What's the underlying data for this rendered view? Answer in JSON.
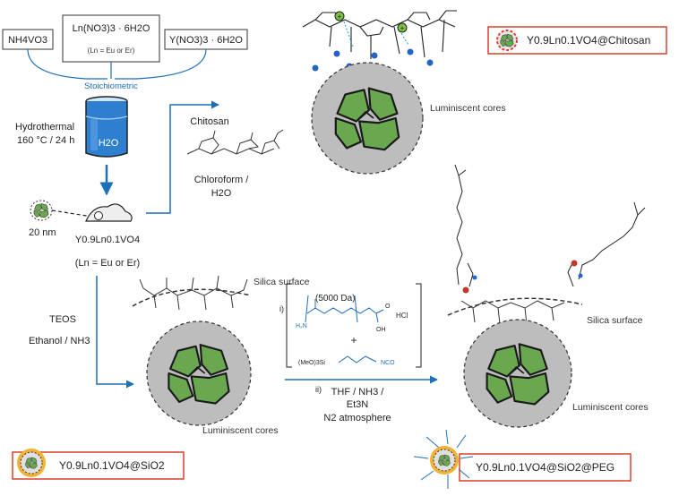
{
  "reagents": {
    "nh4vo3": "NH4VO3",
    "ln_nitrate": "Ln(NO3)3 · 6H2O",
    "ln_note": "(Ln = Eu or Er)",
    "y_nitrate": "Y(NO3)3 · 6H2O"
  },
  "synthesis": {
    "stoichiometric": "Stoichiometric",
    "hydrothermal": "Hydrothermal",
    "conditions": "160 °C / 24 h",
    "solvent": "H2O",
    "size": "20 nm",
    "product": "Y0.9Ln0.1VO4",
    "product_note": "(Ln = Eu or Er)"
  },
  "chitosan_route": {
    "reagent": "Chitosan",
    "solvent_line1": "Chloroform /",
    "solvent_line2": "H2O",
    "cores_label": "Luminiscent cores",
    "product_label": "Y0.9Ln0.1VO4@Chitosan"
  },
  "silica_route": {
    "reagent": "TEOS",
    "solvent": "Ethanol / NH3",
    "surface_label": "Silica surface",
    "cores_label": "Luminiscent cores",
    "product_label": "Y0.9Ln0.1VO4@SiO2"
  },
  "peg_route": {
    "step1": "i)",
    "mw": "(5000 Da)",
    "hcl": "HCl",
    "plus": "+",
    "silane": "(MeO)3Si",
    "nco": "NCO",
    "step2": "ii)",
    "conditions_line1": "THF / NH3 /",
    "conditions_line2": "Et3N",
    "conditions_line3": "N2 atmosphere",
    "surface_label": "Silica surface",
    "cores_label": "Luminiscent cores",
    "product_label": "Y0.9Ln0.1VO4@SiO2@PEG"
  },
  "colors": {
    "accent": "#1d6fb8",
    "core_green": "#6aa84f",
    "shell_gray": "#bdbdbd",
    "silica_gold": "#f2b233",
    "label_border": "#d9412b"
  }
}
